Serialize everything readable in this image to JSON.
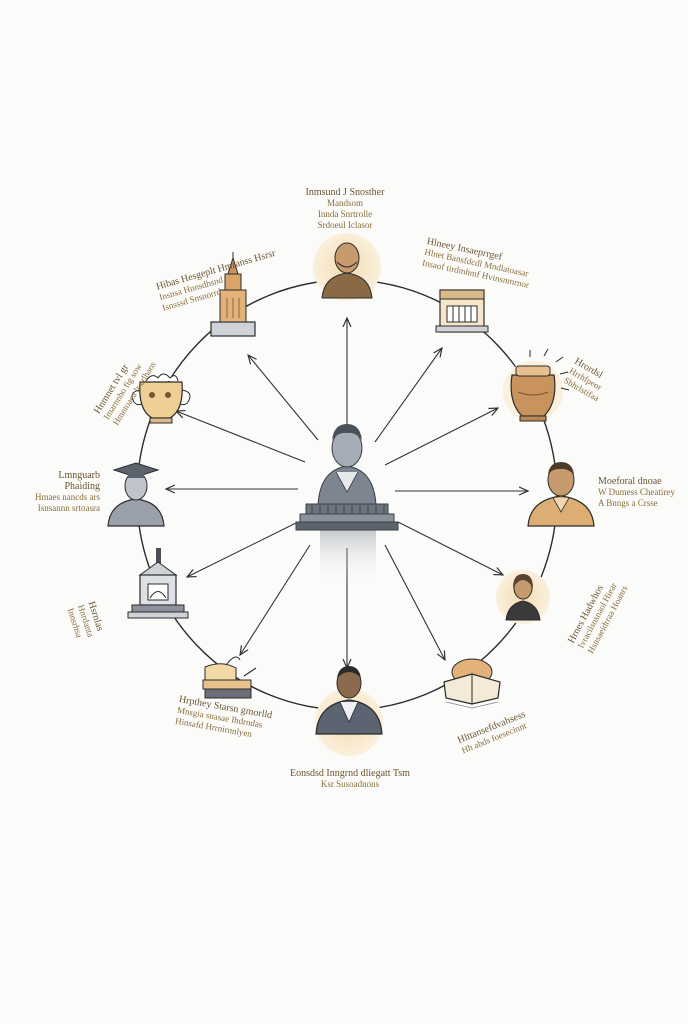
{
  "diagram": {
    "hub": {
      "icon": "central-bust-on-pedestal-icon"
    },
    "nodes": [
      {
        "id": "top",
        "icon": "bust-portrait-icon",
        "label": [
          "Inmsund J Snosther",
          "Mandsom",
          "Innda Snrtrolle",
          "Srdoeul Iclasor"
        ]
      },
      {
        "id": "top-right",
        "icon": "building-facade-icon",
        "label": [
          "Hlneey Insaeprrgef",
          "Hlnet Bansfdcdl Mndlatoasar",
          "Insaof tirdmhmf Hvinsnmrnor"
        ]
      },
      {
        "id": "right-upper",
        "icon": "vase-urn-icon",
        "label": [
          "Hrordsl",
          "Hrrhfpeor",
          "Sbhrlstifaa"
        ]
      },
      {
        "id": "right",
        "icon": "man-portrait-icon",
        "label": [
          "Moeforal dnoae",
          "W Dumess Cheatirey",
          "A Bnngs a Crsse"
        ]
      },
      {
        "id": "right-lower",
        "icon": "woman-portrait-icon",
        "label": [
          "Hrnes Hadwhos",
          "Ivracilsnsnaol Hiear",
          "Hsnsaeidrraa Hoanrs"
        ]
      },
      {
        "id": "bottom-right",
        "icon": "open-book-icon",
        "label": [
          "Hlttansefdvahsess",
          "Hh abds foesecinnt"
        ]
      },
      {
        "id": "bottom",
        "icon": "suited-man-portrait-icon",
        "label": [
          "Eonsdsd Inngrnd dliegatt Tsm",
          "Ksr Susoadnons"
        ]
      },
      {
        "id": "bottom-left",
        "icon": "books-and-scroll-icon",
        "label": [
          "Hrpthey Starsn gmorlld",
          "Mnsgia snasae Ihdrndas",
          "Hinsafd Hrrnirnnlyen"
        ]
      },
      {
        "id": "left-lower",
        "icon": "monument-building-icon",
        "label": [
          "Hsrnlas",
          "Hnrdanta",
          "Innsrhsa"
        ]
      },
      {
        "id": "left",
        "icon": "graduate-bust-icon",
        "label": [
          "Lmnguarb",
          "Phaiding",
          "Hmaes nancds ars",
          "Isnsannn srtoasra"
        ]
      },
      {
        "id": "left-upper",
        "icon": "trophy-urn-icon",
        "label": [
          "Hnmnet tvl gr",
          "Imarnnbo fig sow",
          "Hmntoaea lr arlhaos"
        ]
      },
      {
        "id": "top-left",
        "icon": "tower-landmark-icon",
        "label": [
          "Hibas Hesgeplt Hmranss Hsrsr",
          "Insnsa Hnnsdhsnd",
          "Isnsssd Snsnorrd"
        ]
      }
    ]
  }
}
